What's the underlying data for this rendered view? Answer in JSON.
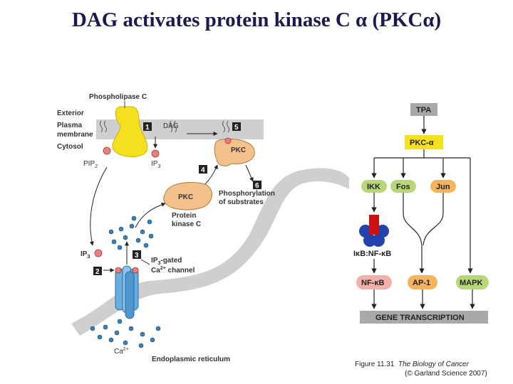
{
  "title": "DAG activates protein kinase C α (PKCα)",
  "left_panel": {
    "phospholipase_c": "Phospholipase C",
    "exterior": "Exterior",
    "plasma": "Plasma",
    "membrane": "membrane",
    "cytosol": "Cytosol",
    "pip2_base": "PIP",
    "pip2_sub": "2",
    "ip3_base": "IP",
    "ip3_sub": "3",
    "dag": "DAG",
    "pkc": "PKC",
    "phosphorylation": "Phosphorylation",
    "of_substrates": "of substrates",
    "protein": "Protein",
    "kinase_c": "kinase C",
    "ip3_gated": "-gated",
    "ca": "Ca",
    "ca_sup": "2+",
    "channel": " channel",
    "er": "Endoplasmic reticulum",
    "steps": [
      "1",
      "2",
      "3",
      "4",
      "5",
      "6"
    ]
  },
  "right_panel": {
    "tpa": "TPA",
    "pkc_alpha": "PKC-α",
    "ikk": "IKK",
    "fos": "Fos",
    "jun": "Jun",
    "ikb_complex": "IκB:NF-κB",
    "nfkb": "NF-κB",
    "ap1": "AP-1",
    "mapk": "MAPK",
    "gene_transcription": "GENE TRANSCRIPTION"
  },
  "caption": {
    "figure": "Figure 11.31",
    "book": "The Biology of Cancer",
    "publisher": "(© Garland Science 2007)"
  },
  "colors": {
    "title": "#1a1a4e",
    "membrane": "#cfcfcf",
    "enzyme": "#f5e020",
    "pkc": "#f3c28c",
    "step_box": "#222222",
    "ca_ion": "#3a7fb5",
    "channel": "#6aaee0",
    "gray_box": "#a9a9a9",
    "green_box": "#b7d77a",
    "orange_box": "#f4b45e",
    "pink_box": "#f2b0a8",
    "ikb_red": "#cc1111",
    "ikb_blue": "#2244aa"
  }
}
